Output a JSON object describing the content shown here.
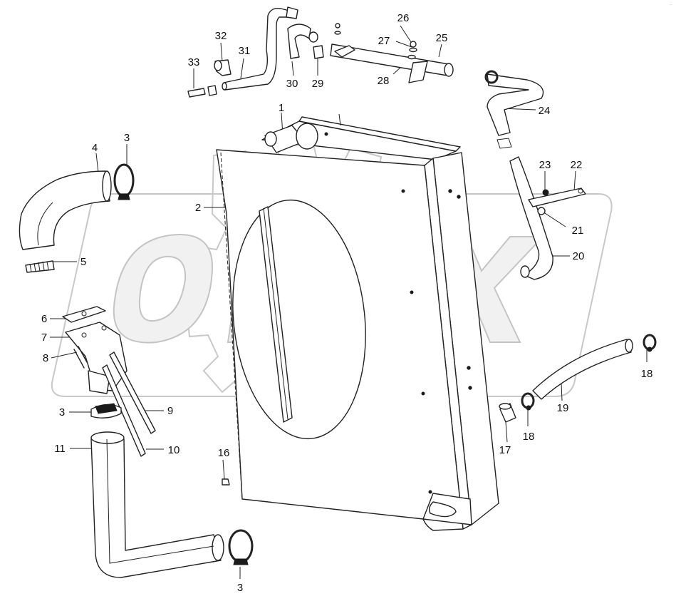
{
  "watermark": {
    "text": "OPEX"
  },
  "corner_text": "··",
  "callouts": [
    {
      "id": "c1",
      "label": "1"
    },
    {
      "id": "c2",
      "label": "2"
    },
    {
      "id": "c3a",
      "label": "3"
    },
    {
      "id": "c3b",
      "label": "3"
    },
    {
      "id": "c3c",
      "label": "3"
    },
    {
      "id": "c4",
      "label": "4"
    },
    {
      "id": "c5",
      "label": "5"
    },
    {
      "id": "c6",
      "label": "6"
    },
    {
      "id": "c7",
      "label": "7"
    },
    {
      "id": "c8",
      "label": "8"
    },
    {
      "id": "c9",
      "label": "9"
    },
    {
      "id": "c10",
      "label": "10"
    },
    {
      "id": "c11",
      "label": "11"
    },
    {
      "id": "c16",
      "label": "16"
    },
    {
      "id": "c17",
      "label": "17"
    },
    {
      "id": "c18a",
      "label": "18"
    },
    {
      "id": "c18b",
      "label": "18"
    },
    {
      "id": "c19",
      "label": "19"
    },
    {
      "id": "c20",
      "label": "20"
    },
    {
      "id": "c21",
      "label": "21"
    },
    {
      "id": "c22",
      "label": "22"
    },
    {
      "id": "c23",
      "label": "23"
    },
    {
      "id": "c24",
      "label": "24"
    },
    {
      "id": "c25",
      "label": "25"
    },
    {
      "id": "c26",
      "label": "26"
    },
    {
      "id": "c27",
      "label": "27"
    },
    {
      "id": "c28",
      "label": "28"
    },
    {
      "id": "c29",
      "label": "29"
    },
    {
      "id": "c30",
      "label": "30"
    },
    {
      "id": "c31",
      "label": "31"
    },
    {
      "id": "c32",
      "label": "32"
    },
    {
      "id": "c33",
      "label": "33"
    }
  ]
}
